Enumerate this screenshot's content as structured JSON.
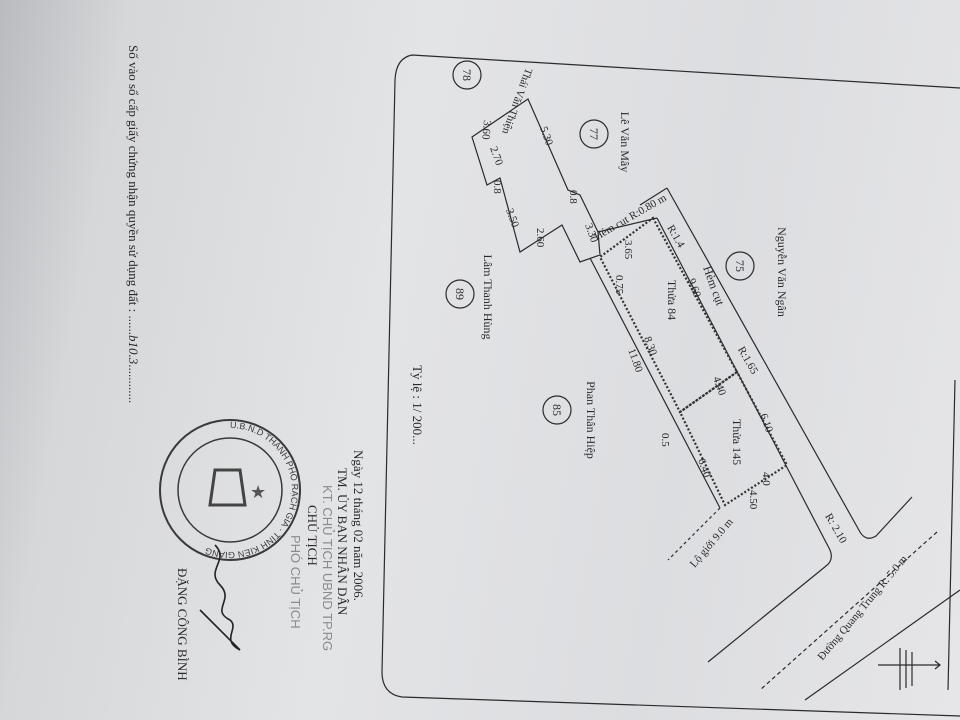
{
  "register": {
    "label": "Số vào sổ cấp giấy chứng nhận quyền sử dụng đất :",
    "value": "b10.3"
  },
  "map": {
    "neighbors": [
      {
        "name": "Nguyễn Văn Ngân",
        "parcel": "75"
      },
      {
        "name": "Lê Văn Mây",
        "parcel": "77"
      },
      {
        "name": "Thái Văn Thiện",
        "parcel": "78"
      },
      {
        "name": "Lâm Thanh Hùng",
        "parcel": "89"
      },
      {
        "name": "Phan Thân Hiệp",
        "parcel": "85"
      }
    ],
    "alley": "Hẻm cụt",
    "alley_small": "Hẻm cụt R:0.80 m",
    "r_14": "R:1.4",
    "r_165": "R:1.65",
    "r_210": "R: 2.10",
    "lot_84": "Thửa 84",
    "lot_145": "Thửa 145",
    "road": "Đường Quang Trung R: 5.0 m",
    "right_of_way": "Lộ giới 9.0 m",
    "scale": "Tỷ lệ : 1/ 200...",
    "dims": {
      "d360": "3.60",
      "d530": "5.30",
      "d270": "2.70",
      "d08a": "0.8",
      "d08b": "0.8",
      "d350": "3.50",
      "d260": "2.60",
      "d330": "3.30",
      "d365": "3.65",
      "d075": "0.75",
      "d960": "9.60",
      "d830": "8.30",
      "d1180": "11.80",
      "d440": "4.40",
      "d610": "6.10",
      "d640": "6.40",
      "d40": "4.0",
      "d450": "4.50",
      "d05": "0.5"
    }
  },
  "signature": {
    "date": "Ngày 12 tháng 02 năm 2006.",
    "org": "TM. ỦY BAN NHÂN DÂN",
    "kt": "KT. CHỦ TỊCH UBND TP.RG",
    "title": "CHỦ TỊCH",
    "vice": "PHÓ CHỦ TỊCH",
    "name": "ĐẶNG CÔNG BÌNH"
  },
  "stamp": {
    "text": "U.B.N.D THÀNH PHỐ RẠCH GIÁ · TỈNH KIÊN GIANG"
  }
}
